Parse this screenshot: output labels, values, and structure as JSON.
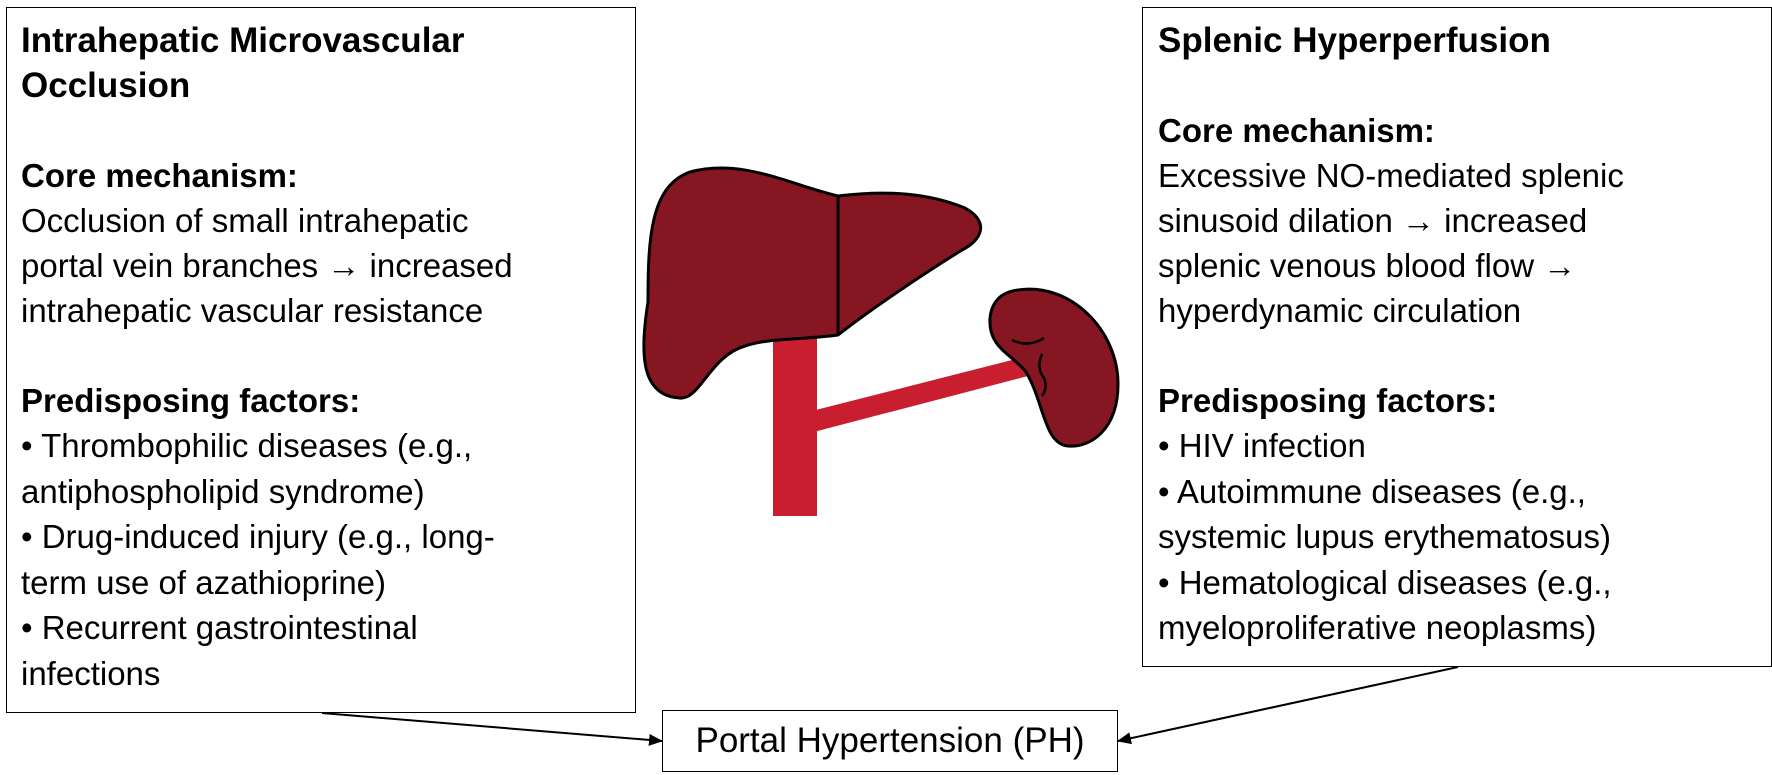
{
  "left_panel": {
    "title": "Intrahepatic Microvascular Occlusion",
    "mechanism_heading": "Core mechanism:",
    "mechanism_lines": [
      "Occlusion of small intrahepatic",
      "portal vein branches → increased",
      "intrahepatic vascular resistance"
    ],
    "factors_heading": "Predisposing factors:",
    "factor_lines": [
      "• Thrombophilic diseases (e.g.,",
      "antiphospholipid syndrome)",
      "• Drug-induced injury (e.g., long-",
      "term use of azathioprine)",
      "• Recurrent gastrointestinal",
      "infections"
    ]
  },
  "right_panel": {
    "title": "Splenic Hyperperfusion",
    "mechanism_heading": "Core mechanism:",
    "mechanism_lines": [
      "Excessive NO-mediated splenic",
      "sinusoid dilation → increased",
      "splenic venous blood flow →",
      "hyperdynamic circulation"
    ],
    "factors_heading": "Predisposing factors:",
    "factor_lines": [
      "• HIV infection",
      "• Autoimmune diseases (e.g.,",
      "systemic lupus erythematosus)",
      "• Hematological diseases (e.g.,",
      "myeloproliferative neoplasms)"
    ]
  },
  "outcome": {
    "label": "Portal Hypertension (PH)"
  },
  "illustration": {
    "icons": [
      "liver-icon",
      "spleen-icon",
      "portal-vein-icon",
      "splenic-vein-icon"
    ],
    "organ_color": "#861622",
    "vessel_color": "#c81e30",
    "outline_color": "#000000"
  }
}
